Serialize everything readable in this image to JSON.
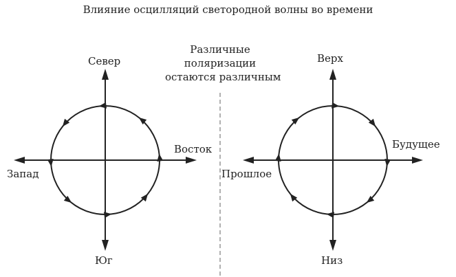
{
  "title": "Влияние осцилляций светородной волны во времени",
  "middle_note": [
    "Различные",
    "поляризации",
    "остаются различным"
  ],
  "left_diagram": {
    "north": "Север",
    "south": "Юг",
    "east": "Восток",
    "west": "Запад",
    "rotation": "counterclockwise"
  },
  "right_diagram": {
    "up": "Верх",
    "down": "Низ",
    "future": "Будущее",
    "past": "Прошлое",
    "rotation": "clockwise"
  },
  "colors": {
    "line": "#222222",
    "divider": "#b0b0b0"
  }
}
